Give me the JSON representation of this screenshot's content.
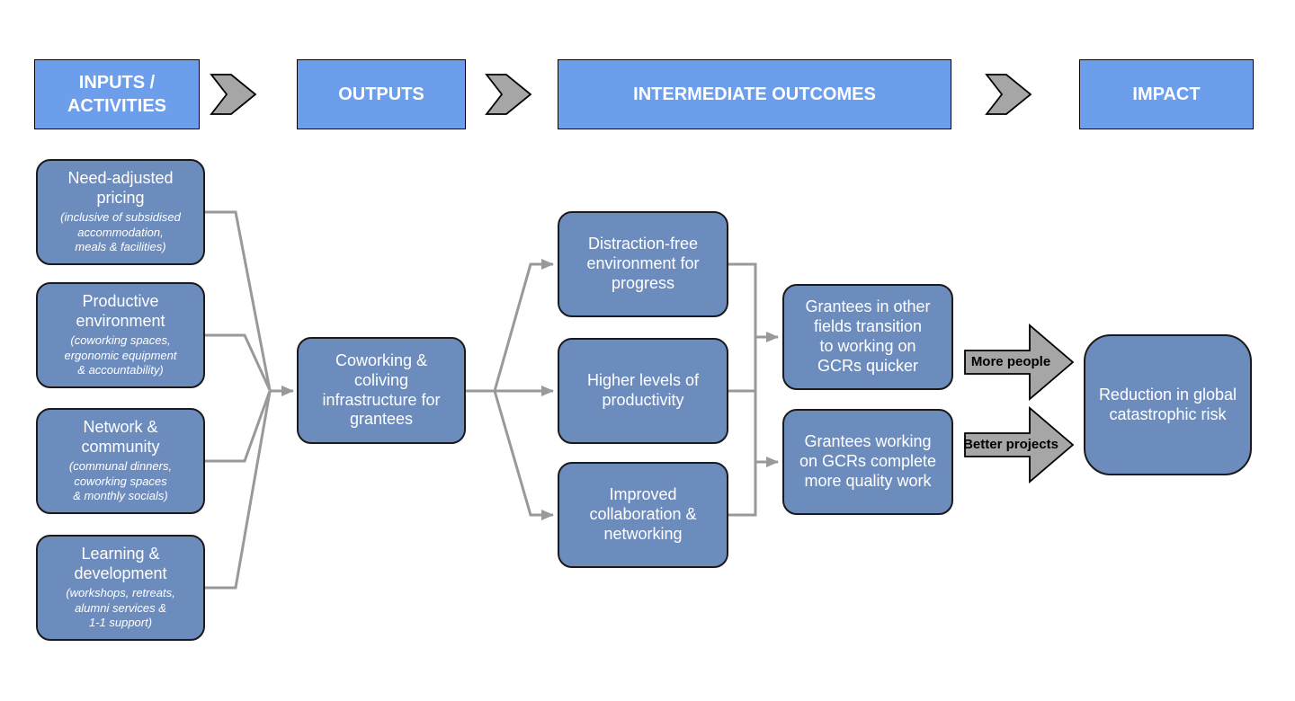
{
  "headers": {
    "inputs": "INPUTS /\nACTIVITIES",
    "outputs": "OUTPUTS",
    "intermediate": "INTERMEDIATE OUTCOMES",
    "impact": "IMPACT"
  },
  "inputs": [
    {
      "title": "Need-adjusted\npricing",
      "subtitle": "(inclusive of subsidised\naccommodation,\nmeals & facilities)"
    },
    {
      "title": "Productive\nenvironment",
      "subtitle": "(coworking spaces,\nergonomic equipment\n& accountability)"
    },
    {
      "title": "Network &\ncommunity",
      "subtitle": "(communal dinners,\ncoworking spaces\n& monthly socials)"
    },
    {
      "title": "Learning &\ndevelopment",
      "subtitle": "(workshops, retreats,\nalumni services &\n1-1 support)"
    }
  ],
  "output_box": {
    "title": "Coworking &\ncoliving\ninfrastructure for\ngrantees"
  },
  "intermediate_outcomes": [
    {
      "title": "Distraction-free\nenvironment for\nprogress"
    },
    {
      "title": "Higher levels of\nproductivity"
    },
    {
      "title": "Improved\ncollaboration &\nnetworking"
    }
  ],
  "outcomes": [
    {
      "title": "Grantees in other\nfields transition\nto working on\nGCRs quicker"
    },
    {
      "title": "Grantees working\non GCRs complete\nmore quality work"
    }
  ],
  "impact_box": {
    "title": "Reduction in global\ncatastrophic risk"
  },
  "arrow_labels": {
    "more_people": "More people",
    "better_projects": "Better projects"
  },
  "colors": {
    "header_fill": "#6D9EEB",
    "node_fill": "#6D8CBE",
    "node_border": "#1a1a1a",
    "shape_gray": "#A6A6A6",
    "shape_border": "#000000",
    "connector": "#999999",
    "node_text": "#FFFFFF",
    "arrow_label_text": "#000000"
  }
}
